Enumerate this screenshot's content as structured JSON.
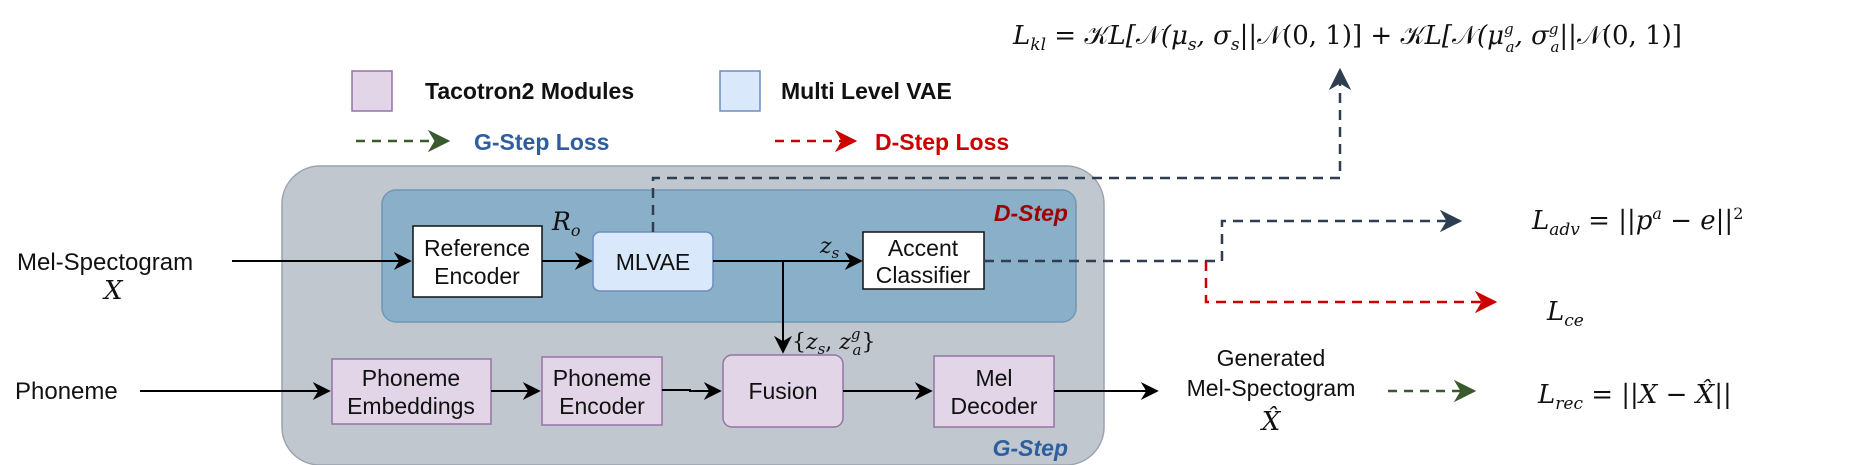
{
  "legend": {
    "tacotron_label": "Tacotron2 Modules",
    "mlvae_label": "Multi Level VAE",
    "gstep_loss_label": "G-Step Loss",
    "dstep_loss_label": "D-Step Loss"
  },
  "regions": {
    "dstep_title": "D-Step",
    "gstep_title": "G-Step"
  },
  "inputs": {
    "mel_label": "Mel-Spectogram",
    "mel_symbol": "X",
    "phoneme_label": "Phoneme"
  },
  "blocks": {
    "reference_encoder": [
      "Reference",
      "Encoder"
    ],
    "mlvae": "MLVAE",
    "accent_classifier": [
      "Accent",
      "Classifier"
    ],
    "phoneme_embeddings": [
      "Phoneme",
      "Embeddings"
    ],
    "phoneme_encoder": [
      "Phoneme",
      "Encoder"
    ],
    "fusion": "Fusion",
    "mel_decoder": [
      "Mel",
      "Decoder"
    ]
  },
  "edge_labels": {
    "ro": "R",
    "ro_sub": "o",
    "zs": "z",
    "zs_sub": "s",
    "zset_open": "{",
    "zset_comma": ", ",
    "zset_close": "}",
    "za_sub": "a",
    "za_sup": "g"
  },
  "output": {
    "line1": "Generated",
    "line2": "Mel-Spectogram",
    "symbol": "X̂"
  },
  "losses": {
    "kl": "L_kl = KL[N(μ_s, σ_s||N(0,1)] + KL[N(μ_a^g, σ_a^g||N(0,1)]",
    "adv": "L_adv = ||p^a − e||^2",
    "ce": "L_ce",
    "rec": "L_rec = ||X − X̂||"
  },
  "colors": {
    "tacotron_fill": "#e1d5e7",
    "tacotron_stroke": "#9673a6",
    "mlvae_fill": "#dae8fc",
    "mlvae_stroke": "#6c8ebf",
    "gstep_region": "#c1c7cf",
    "dstep_region": "#8aafc8",
    "gstep_loss_arrow": "#3a5a2e",
    "dstep_loss_arrow": "#cc0000",
    "kl_adv_arrow": "#2e3e50",
    "gstep_text": "#2f5ea0",
    "dstep_text": "#a00000"
  }
}
